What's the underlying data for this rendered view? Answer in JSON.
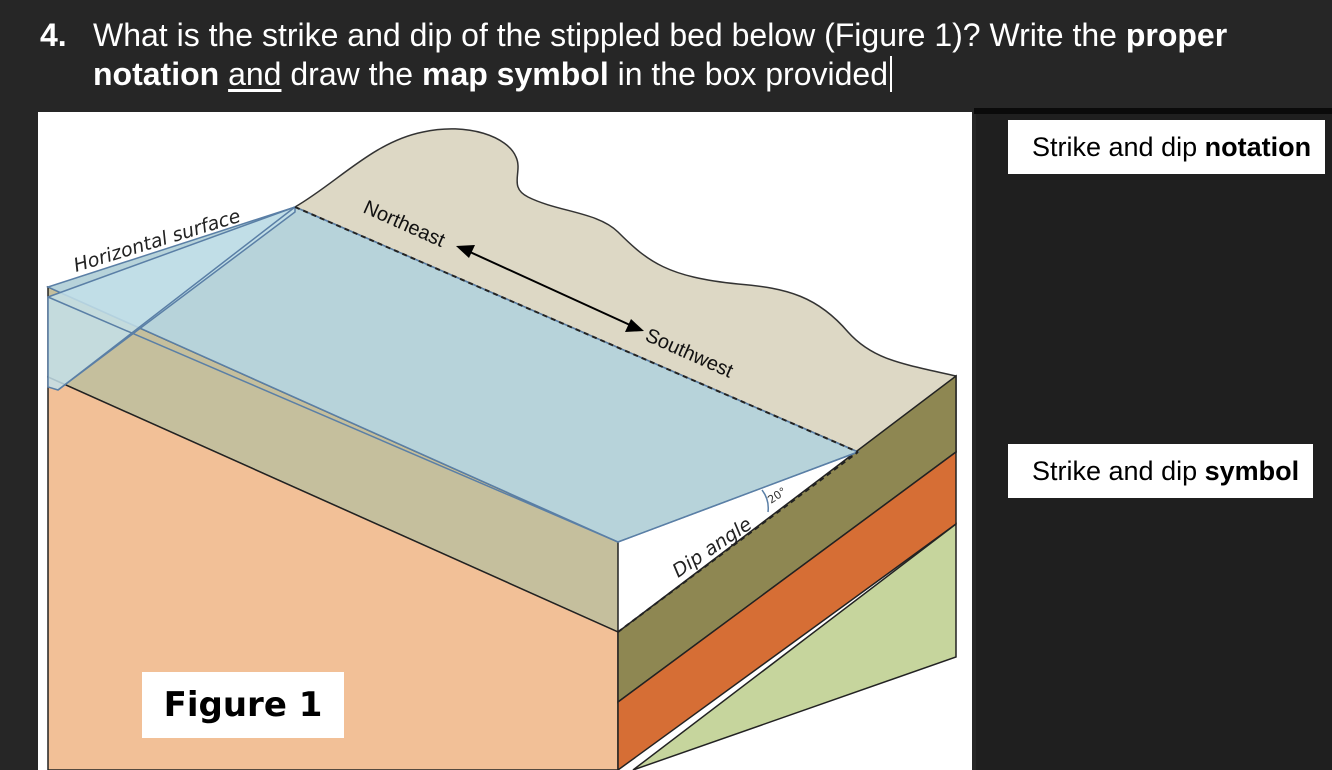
{
  "question": {
    "number": "4.",
    "line1_prefix": "What is the strike and dip of the stippled bed below (Figure 1)? Write the ",
    "line1_bold": "proper",
    "line2_bold1": "notation",
    "line2_space1": " ",
    "line2_underlined": "and",
    "line2_mid": " draw the ",
    "line2_bold2": "map symbol",
    "line2_suffix": " in the box provided"
  },
  "figure": {
    "caption": "Figure 1",
    "labels": {
      "horizontal_surface": "Horizontal surface",
      "northeast": "Northeast",
      "southwest": "Southwest",
      "dip_angle": "Dip angle",
      "angle_value": "20°"
    },
    "colors": {
      "water": "#b7d3da",
      "horizontal_plane": "#c3dfe9",
      "land": "#ddd8c5",
      "bed_tan": "#c5bf9d",
      "bed_peach": "#f2c097",
      "bed_olive": "#8e8752",
      "bed_orange": "#d66e35",
      "bed_green": "#c6d59d"
    }
  },
  "answer_boxes": {
    "notation": {
      "prefix": "Strike and dip ",
      "bold": "notation"
    },
    "symbol": {
      "prefix": "Strike and dip ",
      "bold": "symbol"
    }
  }
}
